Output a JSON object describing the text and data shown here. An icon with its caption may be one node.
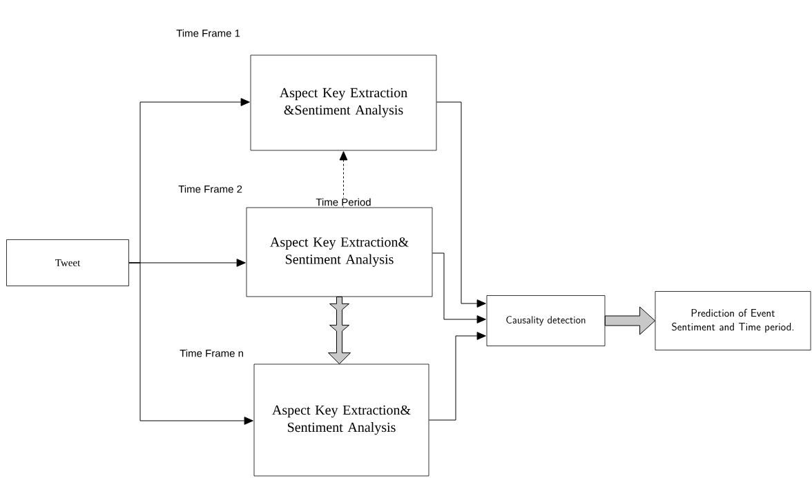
{
  "diagram": {
    "nodes": [
      {
        "text": [
          "Tweet"
        ]
      },
      {
        "text": [
          "Aspect Key Extraction &Sentiment Analysis"
        ],
        "beside": [
          "Time Frame 1"
        ]
      },
      {
        "text": [
          "Aspect Key Extraction& Sentiment Analysis"
        ],
        "beside": [
          "Time Frame 2"
        ]
      },
      {
        "text": [
          "Aspect Key Extraction& Sentiment Analysis"
        ],
        "beside": [
          "Time Frame n"
        ]
      },
      {
        "text": [
          "Causality detection"
        ]
      },
      {
        "text": [
          "Prediction of Event Sentiment and Time period."
        ]
      }
    ],
    "edges": [
      {
        "from": 0,
        "to": 1,
        "arrow": "to"
      },
      {
        "from": 0,
        "to": 2,
        "arrow": "to"
      },
      {
        "from": 0,
        "to": 3,
        "arrow": "to"
      },
      {
        "from": 2,
        "to": 1,
        "arrow": "to",
        "style": "dashed",
        "label": "Time Period"
      },
      {
        "from": 2,
        "to": 3,
        "arrow": "to",
        "style": "thick"
      },
      {
        "from": 1,
        "to": 4,
        "arrow": "to"
      },
      {
        "from": 2,
        "to": 4,
        "arrow": "to"
      },
      {
        "from": 3,
        "to": 4,
        "arrow": "to"
      },
      {
        "from": 4,
        "to": 5,
        "arrow": "to",
        "style": "thick"
      }
    ]
  }
}
